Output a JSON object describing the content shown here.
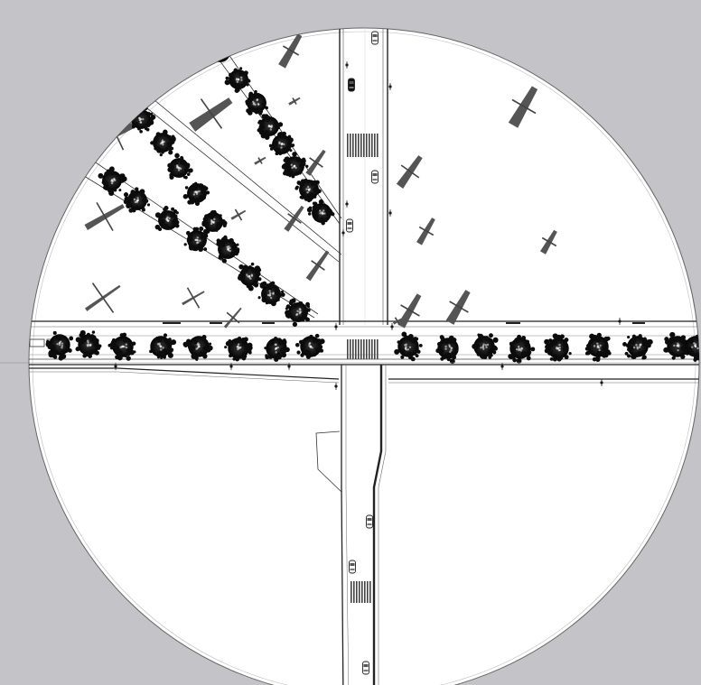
{
  "scene": {
    "background": "#c4c4c8",
    "disc_color": "#ffffff",
    "line_color": "#2a2a2a",
    "tree_color": "#111111",
    "shadow_color": "#555555",
    "icons": [
      "tree-icon",
      "car-icon",
      "crosswalk",
      "pole-shadow",
      "street-lamp"
    ],
    "summary": {
      "trees_in_rows": 21,
      "trees_along_avenue": 18,
      "cars_visible": 8,
      "crosswalks": 3,
      "pole_shadows": 23
    }
  }
}
